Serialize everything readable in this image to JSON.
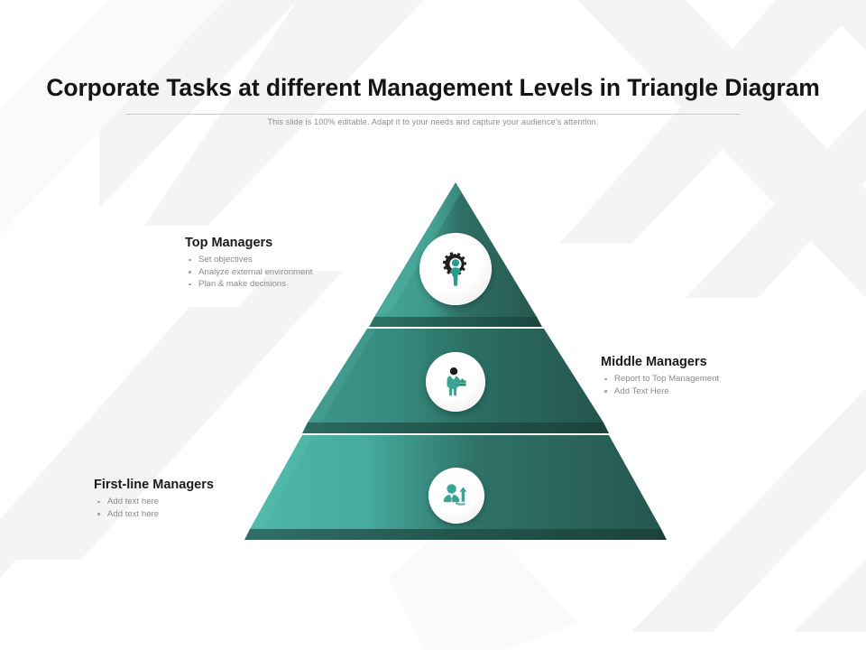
{
  "slide": {
    "title": "Corporate Tasks at different Management Levels in Triangle Diagram",
    "subtitle": "This slide is 100% editable. Adapt it to your needs and capture your audience’s attention.",
    "background_color": "#ffffff",
    "watermark_color": "#f4f4f4"
  },
  "palette": {
    "teal_light": "#4fb7a8",
    "teal_mid": "#3a9287",
    "teal_dark": "#2a5c55",
    "teal_edge": "#1f4a44",
    "title_color": "#141414",
    "subtitle_color": "#8d8d8d",
    "body_text_color": "#8a8a8a"
  },
  "diagram": {
    "type": "pyramid",
    "levels": 3,
    "levels_data": [
      {
        "id": "top",
        "title": "Top Managers",
        "icon": "person-gear-icon",
        "bullets": [
          "Set objectives",
          "Analyze external environment",
          "Plan  & make  decisions"
        ],
        "side": "left"
      },
      {
        "id": "middle",
        "title": "Middle Managers",
        "icon": "businessman-briefcase-icon",
        "bullets": [
          "Report to Top Management",
          "Add Text Here"
        ],
        "side": "right"
      },
      {
        "id": "first-line",
        "title": "First-line  Managers",
        "icon": "person-growth-arrow-icon",
        "bullets": [
          "Add text here",
          "Add text here"
        ],
        "side": "left"
      }
    ]
  }
}
